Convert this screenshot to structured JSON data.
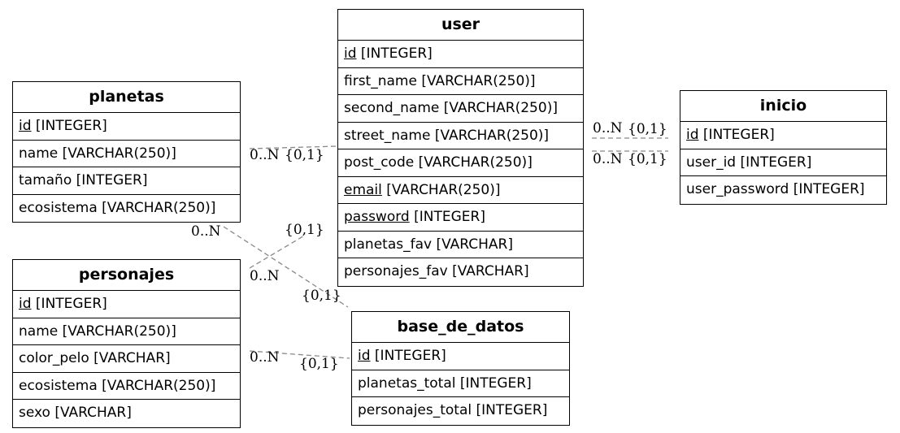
{
  "entities": {
    "user": {
      "title": "user",
      "rows": [
        {
          "key": "id",
          "rest": " [INTEGER]"
        },
        {
          "text": "first_name [VARCHAR(250)]"
        },
        {
          "text": "second_name [VARCHAR(250)]"
        },
        {
          "text": "street_name [VARCHAR(250)]"
        },
        {
          "text": "post_code [VARCHAR(250)]"
        },
        {
          "key": "email",
          "rest": " [VARCHAR(250)]"
        },
        {
          "key": "password",
          "rest": " [INTEGER]"
        },
        {
          "text": "planetas_fav [VARCHAR]"
        },
        {
          "text": "personajes_fav [VARCHAR]"
        }
      ]
    },
    "planetas": {
      "title": "planetas",
      "rows": [
        {
          "key": "id",
          "rest": " [INTEGER]"
        },
        {
          "text": "name [VARCHAR(250)]"
        },
        {
          "text": "tamaño [INTEGER]"
        },
        {
          "text": "ecosistema [VARCHAR(250)]"
        }
      ]
    },
    "personajes": {
      "title": "personajes",
      "rows": [
        {
          "key": "id",
          "rest": " [INTEGER]"
        },
        {
          "text": "name [VARCHAR(250)]"
        },
        {
          "text": "color_pelo [VARCHAR]"
        },
        {
          "text": "ecosistema [VARCHAR(250)]"
        },
        {
          "text": "sexo [VARCHAR]"
        }
      ]
    },
    "inicio": {
      "title": "inicio",
      "rows": [
        {
          "key": "id",
          "rest": " [INTEGER]"
        },
        {
          "text": "user_id [INTEGER]"
        },
        {
          "text": "user_password [INTEGER]"
        }
      ]
    },
    "base_de_datos": {
      "title": "base_de_datos",
      "rows": [
        {
          "key": "id",
          "rest": " [INTEGER]"
        },
        {
          "text": "planetas_total [INTEGER]"
        },
        {
          "text": "personajes_total [INTEGER]"
        }
      ]
    }
  },
  "cardinalities": {
    "many": "0..N",
    "one": "{0,1}"
  },
  "colors": {
    "edge": "#888888",
    "border": "#000000"
  }
}
